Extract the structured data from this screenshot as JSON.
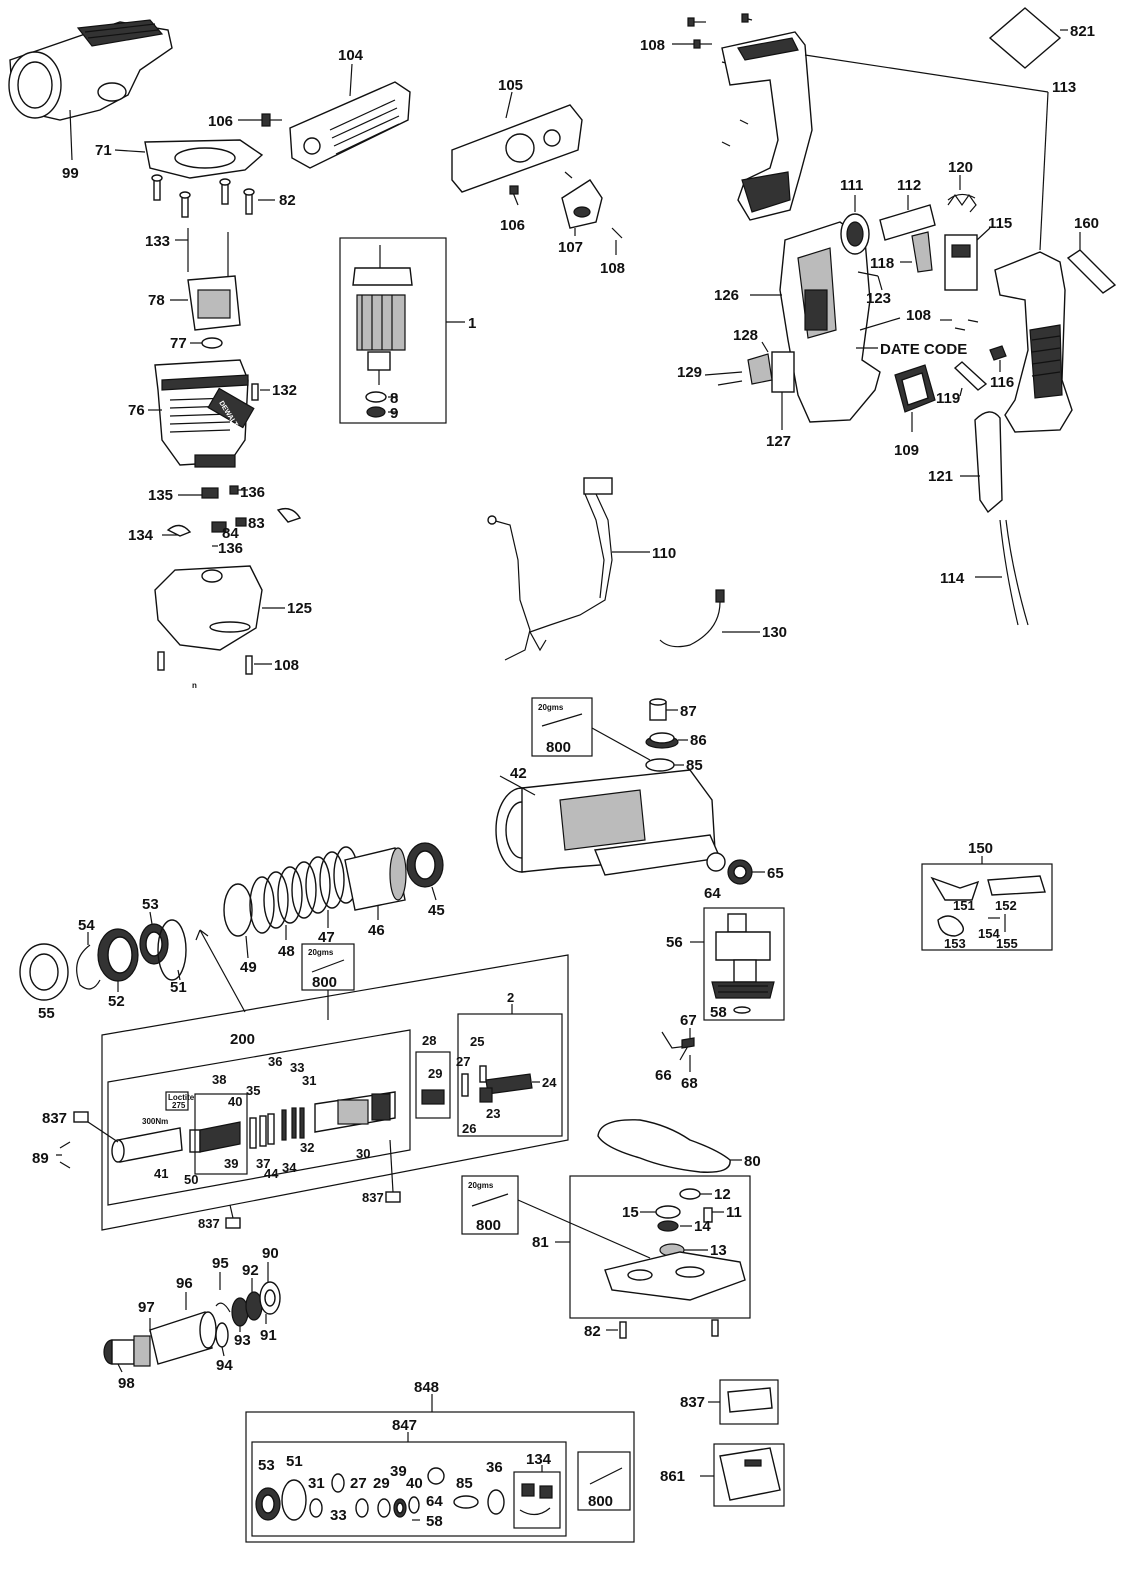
{
  "labels": {
    "l99": "99",
    "l71": "71",
    "l104": "104",
    "l106a": "106",
    "l82a": "82",
    "l133": "133",
    "l78": "78",
    "l77": "77",
    "l76": "76",
    "l132": "132",
    "l135": "135",
    "l136a": "136",
    "l134a": "134",
    "l84": "84",
    "l83": "83",
    "l136b": "136",
    "l125": "125",
    "l108a": "108",
    "l1": "1",
    "l8": "8",
    "l9": "9",
    "l105": "105",
    "l106b": "106",
    "l107": "107",
    "l108b": "108",
    "l110": "110",
    "l130": "130",
    "l108c": "108",
    "l821": "821",
    "l113": "113",
    "l111": "111",
    "l112": "112",
    "l120": "120",
    "l115": "115",
    "l160": "160",
    "l126": "126",
    "l118": "118",
    "l123": "123",
    "l108d": "108",
    "datecode": "DATE CODE",
    "l128": "128",
    "l129": "129",
    "l116": "116",
    "l127": "127",
    "l109": "109",
    "l119": "119",
    "l121": "121",
    "l114": "114",
    "l87": "87",
    "l86": "86",
    "l85": "85",
    "l42": "42",
    "l65": "65",
    "l64": "64",
    "g800a": "800",
    "g800b": "800",
    "g800c": "800",
    "g800d": "800",
    "gms": "20gms",
    "l150": "150",
    "l151": "151",
    "l152": "152",
    "l153": "153",
    "l154": "154",
    "l155": "155",
    "l56": "56",
    "l58a": "58",
    "l67": "67",
    "l66": "66",
    "l68": "68",
    "l53a": "53",
    "l54": "54",
    "l55": "55",
    "l52": "52",
    "l51a": "51",
    "l49": "49",
    "l48": "48",
    "l47": "47",
    "l46": "46",
    "l45": "45",
    "l200": "200",
    "l2": "2",
    "l28": "28",
    "l29a": "29",
    "l25": "25",
    "l27a": "27",
    "l24": "24",
    "l23": "23",
    "l26": "26",
    "l38": "38",
    "l36a": "36",
    "l33": "33",
    "l31a": "31",
    "l35": "35",
    "l40a": "40",
    "loctite": "Loctite",
    "l275": "275",
    "torque": "300Nm",
    "l837a": "837",
    "l89": "89",
    "l41": "41",
    "l50": "50",
    "l39a": "39",
    "l37": "37",
    "l44": "44",
    "l34": "34",
    "l32": "32",
    "l30": "30",
    "l837b": "837",
    "l837c": "837",
    "l80": "80",
    "l12": "12",
    "l15": "15",
    "l11": "11",
    "l14": "14",
    "l81": "81",
    "l13": "13",
    "l82b": "82",
    "l90": "90",
    "l95": "95",
    "l96": "96",
    "l92": "92",
    "l97": "97",
    "l93": "93",
    "l91": "91",
    "l94": "94",
    "l98": "98",
    "l848": "848",
    "l847": "847",
    "k53": "53",
    "k51": "51",
    "k31": "31",
    "k33": "33",
    "k27": "27",
    "k29": "29",
    "k39": "39",
    "k40": "40",
    "k64": "64",
    "k85": "85",
    "k36": "36",
    "k134": "134",
    "k58": "58",
    "l837d": "837",
    "l861": "861",
    "brand": "DEWALT",
    "tinyn": "n"
  }
}
